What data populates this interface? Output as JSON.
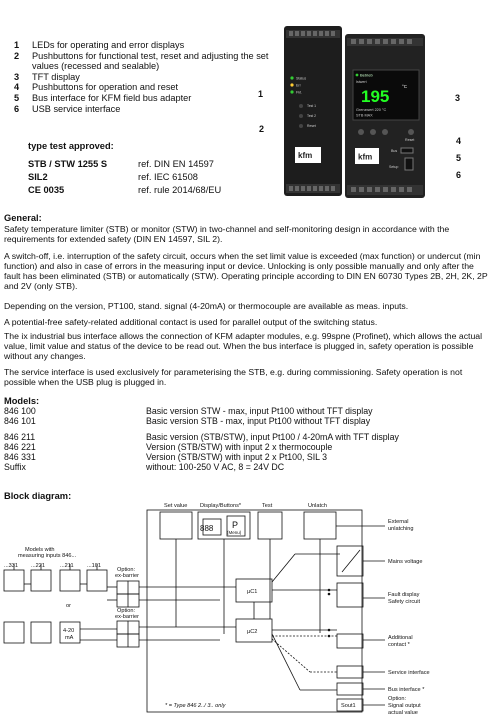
{
  "features": [
    {
      "num": "1",
      "text": "LEDs for operating and error displays"
    },
    {
      "num": "2",
      "text": "Pushbuttons for functional test, reset and adjusting the set values (recessed and sealable)"
    },
    {
      "num": "3",
      "text": "TFT display"
    },
    {
      "num": "4",
      "text": "Pushbuttons for operation and reset"
    },
    {
      "num": "5",
      "text": "Bus interface for KFM field bus adapter"
    },
    {
      "num": "6",
      "text": "USB service interface"
    }
  ],
  "approvals_title": "type test approved:",
  "approvals": [
    {
      "name": "STB / STW 1255 S",
      "ref": "ref. DIN EN 14597"
    },
    {
      "name": "SIL2",
      "ref": "ref. IEC 61508"
    },
    {
      "name": "CE 0035",
      "ref": "ref. rule 2014/68/EU"
    }
  ],
  "callouts": {
    "c1": "1",
    "c2": "2",
    "c3": "3",
    "c4": "4",
    "c5": "5",
    "c6": "6"
  },
  "device": {
    "display_value": "195",
    "display_unit": "°C",
    "display_top": "Betrieb",
    "display_sub": "Istwert",
    "display_bottom": "Grenzwert  220 °C",
    "display_bottom2": "STB MAX",
    "brand": "kfm",
    "led1": "Status",
    "led2": "Err",
    "led3": "Fkt.",
    "btn1": "Test 1",
    "btn2": "Test 2",
    "btn3": "Reset",
    "btn4": "Reset",
    "bus": "Bus",
    "setup": "Setup"
  },
  "general": {
    "title": "General:",
    "p1": "Safety temperature limiter (STB) or monitor (STW) in two-channel and self-monitoring design in accordance with the requirements for extended safety (DIN EN 14597, SIL 2).",
    "p2": "A switch-off, i.e. interruption of the safety circuit, occurs when the set limit value is exceeded (max function) or undercut (min function) and also in case of errors in the measuring input or device. Unlocking is only possible manually and only after the fault has been eliminated (STB) or automatically (STW). Operating principle according to DIN EN 60730 Types 2B, 2H, 2K, 2P and 2V (only STB).",
    "p3": "Depending on the version, PT100, stand. signal (4-20mA) or thermocouple are available as meas. inputs.",
    "p4": "A potential-free safety-related additional contact is used for parallel output of the switching status.",
    "p5": "The ix industrial bus interface allows the connection of KFM adapter modules, e.g. 99spne (Profinet), which allows the actual value, limit value and status of the device to be read out. When the bus interface is plugged in, safety operation is possible without any changes.",
    "p6": "The service interface is used exclusively for parameterising the STB, e.g. during commissioning. Safety operation is not possible when the USB plug is plugged in."
  },
  "models": {
    "title": "Models:",
    "rows": [
      {
        "code": "846 100",
        "desc": "Basic version STW - max, input Pt100 without TFT display"
      },
      {
        "code": "846 101",
        "desc": "Basic version STB - max, input Pt100 without TFT display"
      },
      {
        "code": "",
        "desc": ""
      },
      {
        "code": "846 211",
        "desc": "Basic version (STB/STW), input Pt100 / 4-20mA with TFT display"
      },
      {
        "code": "846 221",
        "desc": "Version (STB/STW) with input 2 x thermocouple"
      },
      {
        "code": "846 331",
        "desc": "Version (STB/STW) with input 2 x Pt100, SIL 3"
      },
      {
        "code": "Suffix",
        "desc": "without: 100-250 V AC, 8 = 24V DC"
      }
    ]
  },
  "diagram": {
    "title": "Block diagram:",
    "set_value": "Set value",
    "display_buttons": "Display/Buttons*",
    "test": "Test",
    "unlatch": "Unlatch",
    "display_888": "888",
    "p_letter": "P",
    "menu": "(Menu)",
    "models_label1": "Models with",
    "models_label2": "measuring inputs 846...",
    "m331": "...331",
    "m221": "...221",
    "m211": "...211",
    "m101": "...101",
    "or": "or",
    "ma1": "4-20",
    "ma2": "mA",
    "option1": "Option:",
    "exbarrier1": "ex-barrier",
    "option2": "Option:",
    "exbarrier2": "ex-barrier",
    "uc1": "µC1",
    "uc2": "µC2",
    "external1": "External",
    "external2": "unlatching",
    "mains": "Mains voltage",
    "fault1": "Fault display",
    "fault2": "Safety circuit",
    "additional1": "Additional",
    "additional2": "contact *",
    "service": "Service interface",
    "bus": "Bus interface *",
    "sout": "Sout1",
    "opt1": "Option:",
    "opt2": "Signal output",
    "opt3": "actual value",
    "footnote": "* = Type 846 2../ 3.. only"
  }
}
